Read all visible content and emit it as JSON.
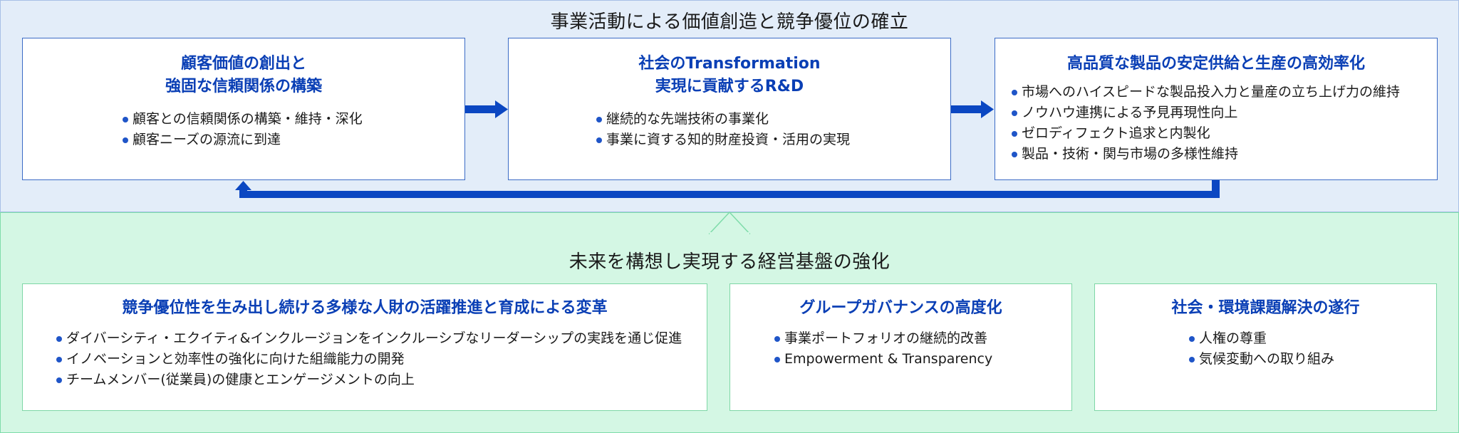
{
  "top": {
    "title": "事業活動による価値創造と競争優位の確立",
    "boxes": [
      {
        "title_lines": [
          "顧客価値の創出と",
          "強固な信頼関係の構築"
        ],
        "bullets": [
          "顧客との信頼関係の構築・維持・深化",
          "顧客ニーズの源流に到達"
        ]
      },
      {
        "title_lines": [
          "社会のTransformation",
          "実現に貢献するR&D"
        ],
        "bullets": [
          "継続的な先端技術の事業化",
          "事業に資する知的財産投資・活用の実現"
        ]
      },
      {
        "title_lines": [
          "高品質な製品の安定供給と生産の高効率化"
        ],
        "bullets": [
          "市場へのハイスピードな製品投入力と量産の立ち上げ力の維持",
          "ノウハウ連携による予見再現性向上",
          "ゼロディフェクト追求と内製化",
          "製品・技術・関与市場の多様性維持"
        ]
      }
    ]
  },
  "bottom": {
    "title": "未来を構想し実現する経営基盤の強化",
    "boxes": [
      {
        "title": "競争優位性を生み出し続ける多様な人財の活躍推進と育成による変革",
        "bullets": [
          "ダイバーシティ・エクイティ&インクルージョンをインクルーシブなリーダーシップの実践を通じ促進",
          "イノベーションと効率性の強化に向けた組織能力の開発",
          "チームメンバー(従業員)の健康とエンゲージメントの向上"
        ]
      },
      {
        "title": "グループガバナンスの高度化",
        "bullets": [
          "事業ポートフォリオの継続的改善",
          "Empowerment & Transparency"
        ]
      },
      {
        "title": "社会・環境課題解決の遂行",
        "bullets": [
          "人権の尊重",
          "気候変動への取り組み"
        ]
      }
    ]
  },
  "colors": {
    "top_bg": "#e3edf9",
    "bottom_bg": "#d4f7e4",
    "accent_blue": "#0a3fb5",
    "arrow_blue": "#0b47c2",
    "green_border": "#7ed7a6"
  }
}
